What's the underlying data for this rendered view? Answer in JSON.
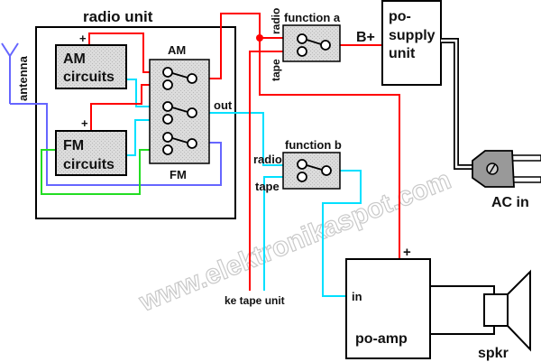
{
  "diagram": {
    "title": "radio unit",
    "watermark": "www.elektronikaspot.com",
    "colors": {
      "power": "#ff0000",
      "audio": "#00e0ff",
      "antenna": "#6666ff",
      "fm_signal": "#22dd22",
      "outline": "#000000",
      "box_fill": "#d9d9d9"
    },
    "blocks": {
      "am_circuits": {
        "line1": "AM",
        "line2": "circuits",
        "plus": "+"
      },
      "fm_circuits": {
        "line1": "FM",
        "line2": "circuits",
        "plus": "+"
      },
      "band_switch": {
        "top_label": "AM",
        "bottom_label": "FM",
        "out_label": "out"
      },
      "function_a": {
        "label": "function a",
        "radio_label": "radio",
        "tape_label": "tape"
      },
      "function_b": {
        "label": "function b",
        "radio_label": "radio",
        "tape_label": "tape"
      },
      "power_supply": {
        "line1": "po-",
        "line2": "supply",
        "line3": "unit",
        "bplus_label": "B+"
      },
      "power_amp": {
        "label": "po-amp",
        "in_label": "in",
        "plus": "+"
      },
      "speaker": {
        "label": "spkr"
      },
      "ac_plug": {
        "label": "AC in"
      },
      "antenna": {
        "label": "antenna"
      },
      "tape_unit": {
        "label": "ke tape unit"
      }
    }
  }
}
